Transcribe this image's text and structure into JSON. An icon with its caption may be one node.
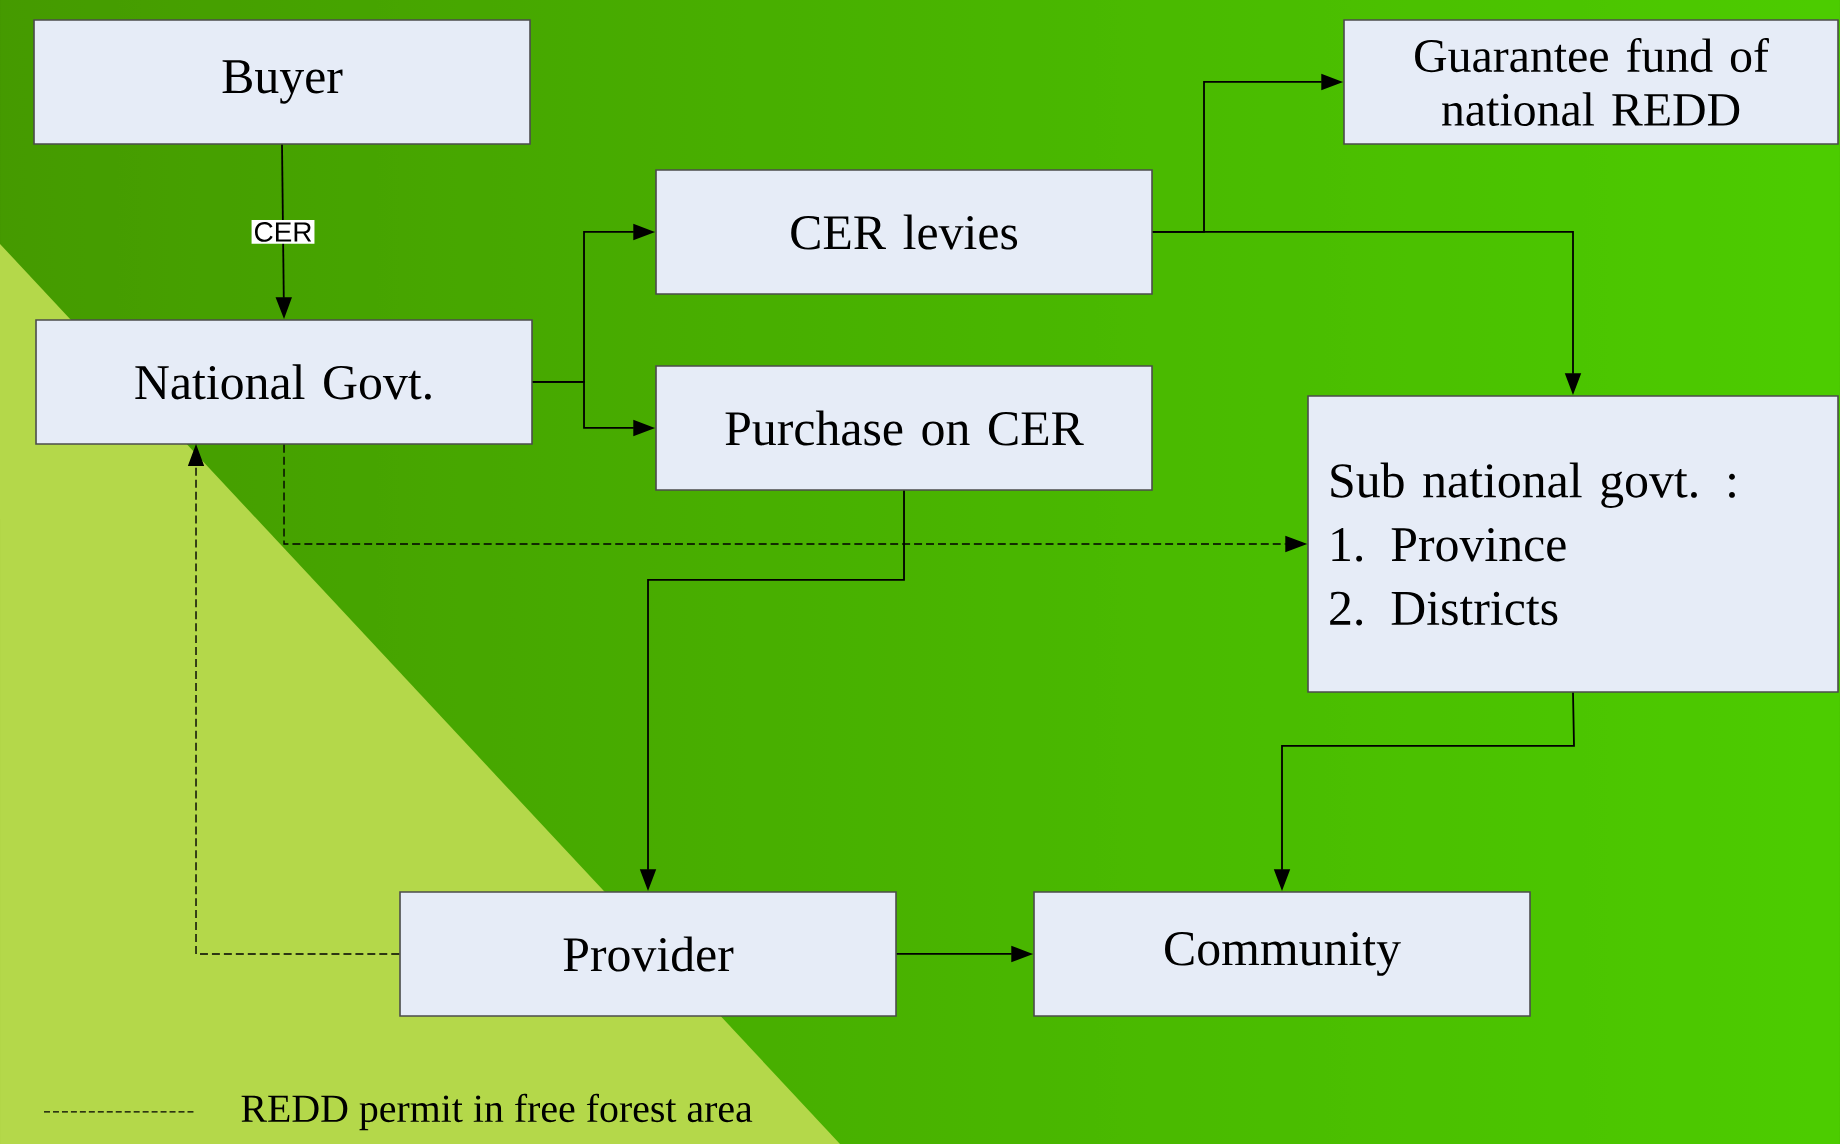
{
  "diagram": {
    "nodes": [
      {
        "text": [
          "Buyer"
        ]
      },
      {
        "text": [
          "National Govt."
        ]
      },
      {
        "text": [
          "CER levies"
        ]
      },
      {
        "text": [
          "Purchase on CER"
        ]
      },
      {
        "text": [
          "Guarantee fund of national REDD"
        ]
      },
      {
        "text": [
          "Sub national govt. :",
          "1.  Province",
          "2.  Districts"
        ]
      },
      {
        "text": [
          "Provider"
        ]
      },
      {
        "text": [
          "Community"
        ]
      }
    ],
    "edges": [
      {
        "from": 0,
        "to": 1,
        "arrow": "to",
        "label": "CER"
      },
      {
        "from": 1,
        "to": 2,
        "arrow": "to"
      },
      {
        "from": 1,
        "to": 3,
        "arrow": "to"
      },
      {
        "from": 2,
        "to": 4,
        "arrow": "to"
      },
      {
        "from": 2,
        "to": 5,
        "arrow": "to"
      },
      {
        "from": 1,
        "to": 5,
        "arrow": "to",
        "style": "dashed"
      },
      {
        "from": 3,
        "to": 6,
        "arrow": "to"
      },
      {
        "from": 5,
        "to": 7,
        "arrow": "to"
      },
      {
        "from": 6,
        "to": 7,
        "arrow": "to"
      },
      {
        "from": 6,
        "to": 1,
        "arrow": "to",
        "style": "dashed"
      }
    ],
    "legend": [
      {
        "text": "REDD permit in free forest area"
      }
    ]
  }
}
